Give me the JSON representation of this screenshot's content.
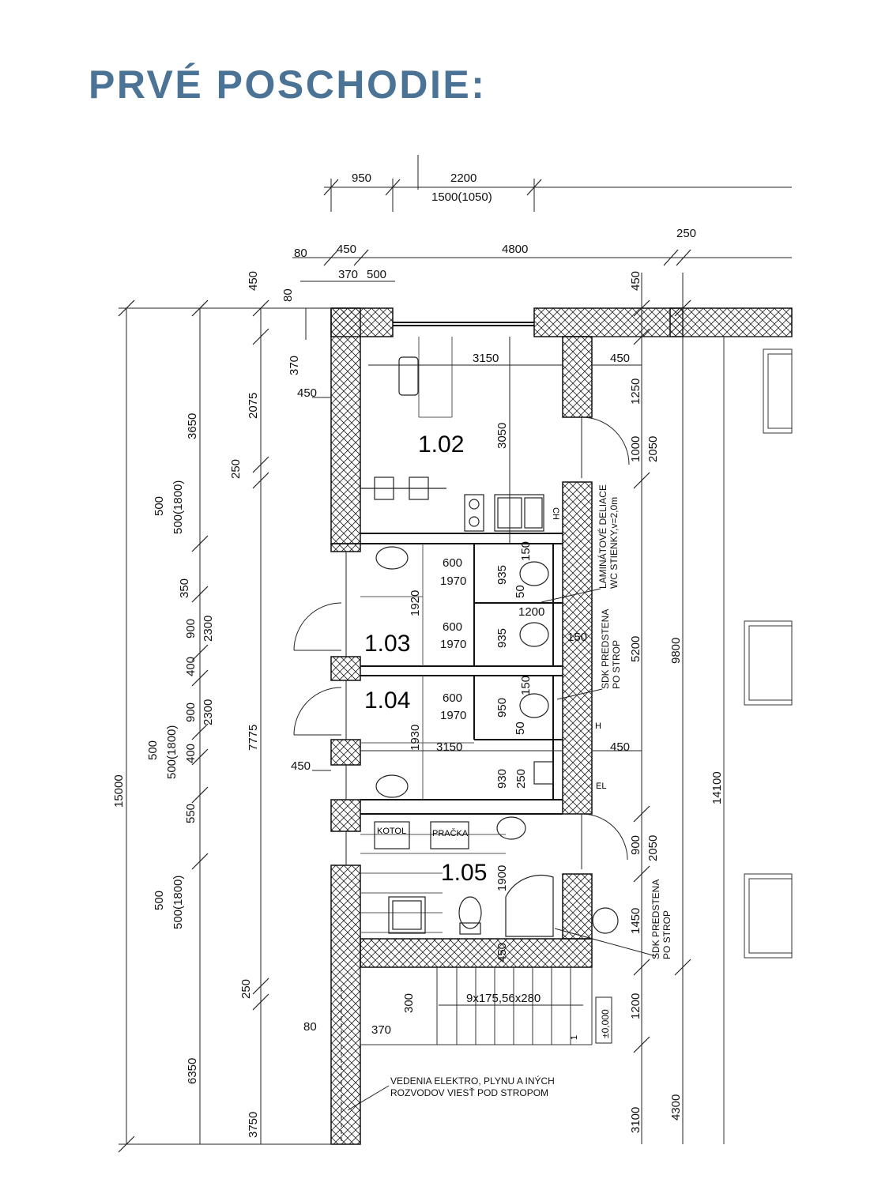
{
  "title": "PRVÉ POSCHODIE:",
  "colors": {
    "title": "#4a7396",
    "line": "#111111"
  },
  "rooms": [
    "1.02",
    "1.03",
    "1.04",
    "1.05"
  ],
  "labels": {
    "kotol": "KOTOL",
    "pracka": "PRAČKA",
    "ch": "CH",
    "h": "H",
    "el": "EL",
    "level": "±0,000",
    "stairs": "9x175,56x280",
    "one": "1",
    "laminate1": "LAMINÁTOVÉ DELIACE",
    "laminate2": "WC STIENKY,v=2,0m",
    "sdk_a1": "SDK PREDSTENA",
    "sdk_a2": "PO STROP",
    "sdk_b1": "SDK PREDSTENA",
    "sdk_b2": "PO STROP",
    "note1": "VEDENIA ELEKTRO, PLYNU A INÝCH",
    "note2": "ROZVODOV VIESŤ POD STROPOM"
  },
  "dims": {
    "top_950": "950",
    "top_2200": "2200",
    "top_1500": "1500(1050)",
    "t_80": "80",
    "t_450": "450",
    "t_4800": "4800",
    "t_250": "250",
    "t_370": "370",
    "t_500": "500",
    "l_450": "450",
    "l_80": "80",
    "l_370": "370",
    "l_450b": "450",
    "l_2075": "2075",
    "l_250": "250",
    "l_3650": "3650",
    "l_500a": "500",
    "l_500a2": "500(1800)",
    "l_350": "350",
    "l_900a": "900",
    "l_2300a": "2300",
    "l_400a": "400",
    "l_900b": "900",
    "l_2300b": "2300",
    "l_500b": "500",
    "l_500b2": "500(1800)",
    "l_400b": "400",
    "l_7775": "7775",
    "l_450c": "450",
    "l_15000": "15000",
    "l_550": "550",
    "l_500c": "500",
    "l_500c2": "500(1800)",
    "l_250b": "250",
    "l_80b": "80",
    "l_370b": "370",
    "l_6350": "6350",
    "l_3750": "3750",
    "i_3150": "3150",
    "i_450": "450",
    "i_1250": "1250",
    "i_3050": "3050",
    "i_1000": "1000",
    "i_2050": "2050",
    "i_600a": "600",
    "i_1970a": "1970",
    "i_935a": "935",
    "i_150a": "150",
    "i_50a": "50",
    "i_1920": "1920",
    "i_1200a": "1200",
    "i_600b": "600",
    "i_1970b": "1970",
    "i_935b": "935",
    "i_150b": "150",
    "i_5200": "5200",
    "i_9800": "9800",
    "i_600c": "600",
    "i_1970c": "1970",
    "i_950": "950",
    "i_150c": "150",
    "i_50b": "50",
    "i_1930": "1930",
    "i_3150b": "3150",
    "i_450b": "450",
    "i_930": "930",
    "i_250": "250",
    "i_14100": "14100",
    "i_900": "900",
    "i_2050b": "2050",
    "i_1900": "1900",
    "i_1450": "1450",
    "i_450c": "450",
    "i_300": "300",
    "i_1200b": "1200",
    "i_3100": "3100",
    "i_4300": "4300",
    "i_450top": "450"
  }
}
